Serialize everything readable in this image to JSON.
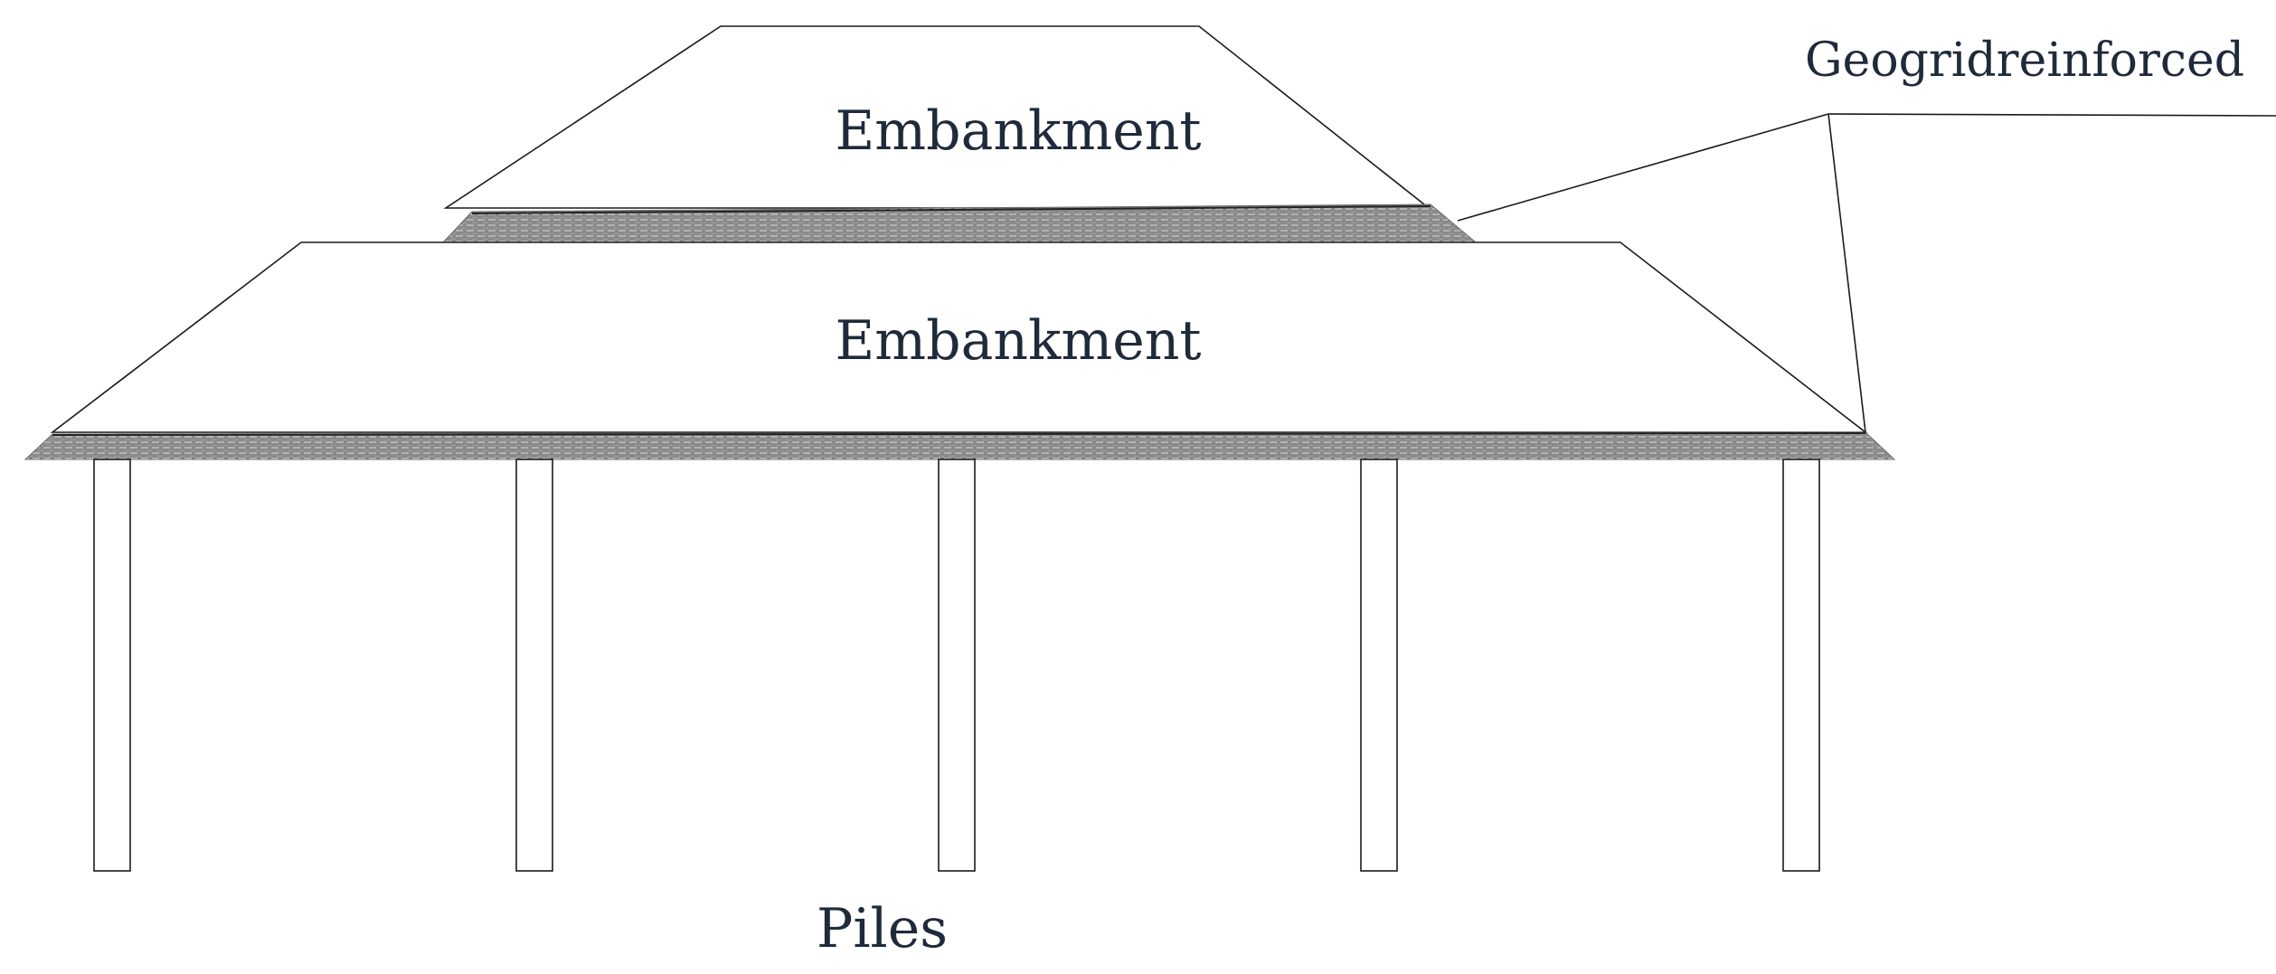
{
  "diagram": {
    "labels": {
      "upper_embankment": "Embankment",
      "lower_embankment": "Embankment",
      "geogrid": "Geogridreinforced",
      "piles": "Piles"
    },
    "pile_count": 5,
    "colors": {
      "outline": "#1a1a1a",
      "text": "#1f2a3a",
      "geogrid_fill": "#8a8a8a",
      "geogrid_line": "#d9d9d9",
      "background": "#ffffff"
    }
  }
}
